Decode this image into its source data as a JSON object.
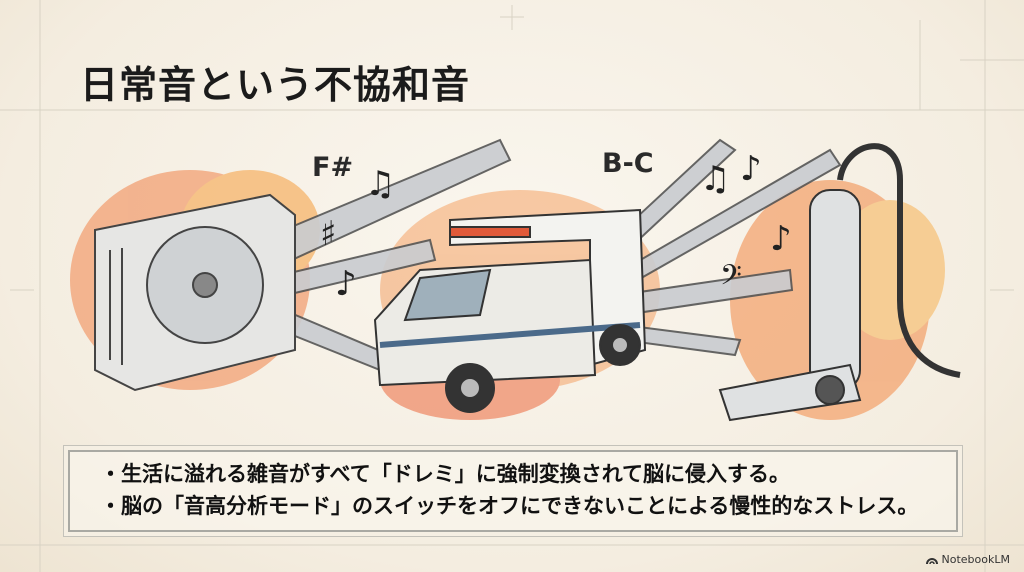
{
  "slide": {
    "title": "日常音という不協和音",
    "labels": {
      "ac": "F#",
      "ambulance": "B-C"
    },
    "bullets": [
      "生活に溢れる雑音がすべて「ドレミ」に強制変換されて脳に侵入する。",
      "脳の「音高分析モード」のスイッチをオフにできないことによる慢性的なストレス。"
    ],
    "brand": "NotebookLM"
  },
  "colors": {
    "accent_watercolor": "#ee8a5a",
    "text": "#1b1b1b",
    "paper": "#f5efe3"
  }
}
